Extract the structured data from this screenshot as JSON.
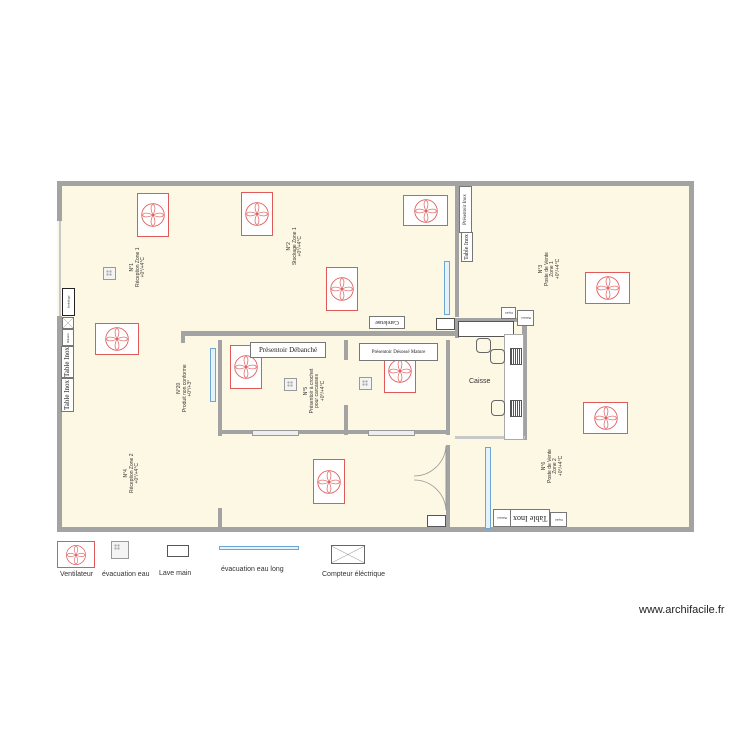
{
  "rooms": {
    "r1": [
      "N°1",
      "Réception Zone 1",
      "+0°/+4°C"
    ],
    "r2": [
      "N°2",
      "Stockage Zone 1",
      "+0°/+4°C"
    ],
    "r3": [
      "N°3",
      "Poste de Vente",
      "Zone 1",
      "+0°/+4°C"
    ],
    "r4": [
      "N°4",
      "Réception Zone 2",
      "+0°/+4°C"
    ],
    "r5": [
      "N°5",
      "Présentoir à crochet",
      "pour carcasses",
      "+0°/+4°C"
    ],
    "r6": [
      "N°6",
      "Poste de Vente",
      "Zone 2",
      "+0°/+4°C"
    ],
    "r20": [
      "N°20",
      "Produit non conforme",
      "+0°/+3°"
    ]
  },
  "fixtures": {
    "presentoir_debanche": "Présentoir Débanché",
    "presentoir_desosse": "Présentoir Désossé Mature",
    "careleuse": "Careleuse",
    "table_inox": "Table Inox",
    "presentoir_inox": "Présentoir Inox",
    "balance": "Balance",
    "papier": "Papier",
    "emballage": "Emballage",
    "caisse": "Caisse"
  },
  "legend": {
    "fan": "Ventilateur",
    "drain": "évacuation eau",
    "sink": "Lave main",
    "long_drain": "évacuation eau long",
    "meter": "Compteur éléctrique"
  },
  "colors": {
    "fan": "#e05a5a",
    "floor": "#fdf8e3",
    "wall": "#a3a3a3",
    "drain_long": "#6aa6d6"
  },
  "watermark": "www.archifacile.fr"
}
